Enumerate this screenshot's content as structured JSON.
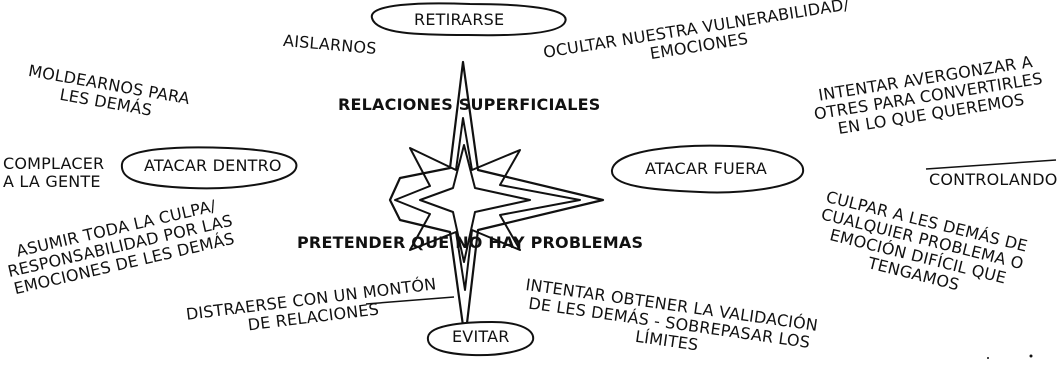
{
  "nodes": {
    "top": "RETIRARSE",
    "left": "ATACAR DENTRO",
    "right": "ATACAR FUERA",
    "bottom": "EVITAR"
  },
  "axis_labels": {
    "top": "RELACIONES SUPERFICIALES",
    "bottom": "PRETENDER QUE NO HAY PROBLEMAS"
  },
  "notes": {
    "aislarnos": "AISLARNOS",
    "ocultar": [
      "OCULTAR NUESTRA VULNERABILIDAD/",
      "EMOCIONES"
    ],
    "moldearnos": [
      "MOLDEARNOS PARA",
      "LES DEMÁS"
    ],
    "complacer": [
      "COMPLACER",
      "A LA GENTE"
    ],
    "asumir": [
      "ASUMIR TODA LA CULPA/",
      "RESPONSABILIDAD POR LAS",
      "EMOCIONES DE LES DEMÁS"
    ],
    "avergonzar": [
      "INTENTAR AVERGONZAR A",
      "OTRES PARA CONVERTIRLES",
      "EN ",
      "LO QUE QUEREMOS"
    ],
    "controlando": "CONTROLANDO",
    "culpar": [
      "CULPAR A LES DEMÁS DE",
      "CUALQUIER PROBLEMA O",
      "EMOCIÓN DIFÍCIL QUE",
      "TENGAMOS"
    ],
    "distraerse": [
      "DISTRAERSE CON ",
      "UN MONTÓN",
      "DE RELACIONES"
    ],
    "validacion": [
      "INTENTAR OBTENER LA VALIDACIÓN",
      "DE LES DEMÁS - SOBREPASAR LOS",
      "LÍMITES"
    ]
  },
  "colors": {
    "ink": "#111111",
    "background": "#ffffff"
  }
}
